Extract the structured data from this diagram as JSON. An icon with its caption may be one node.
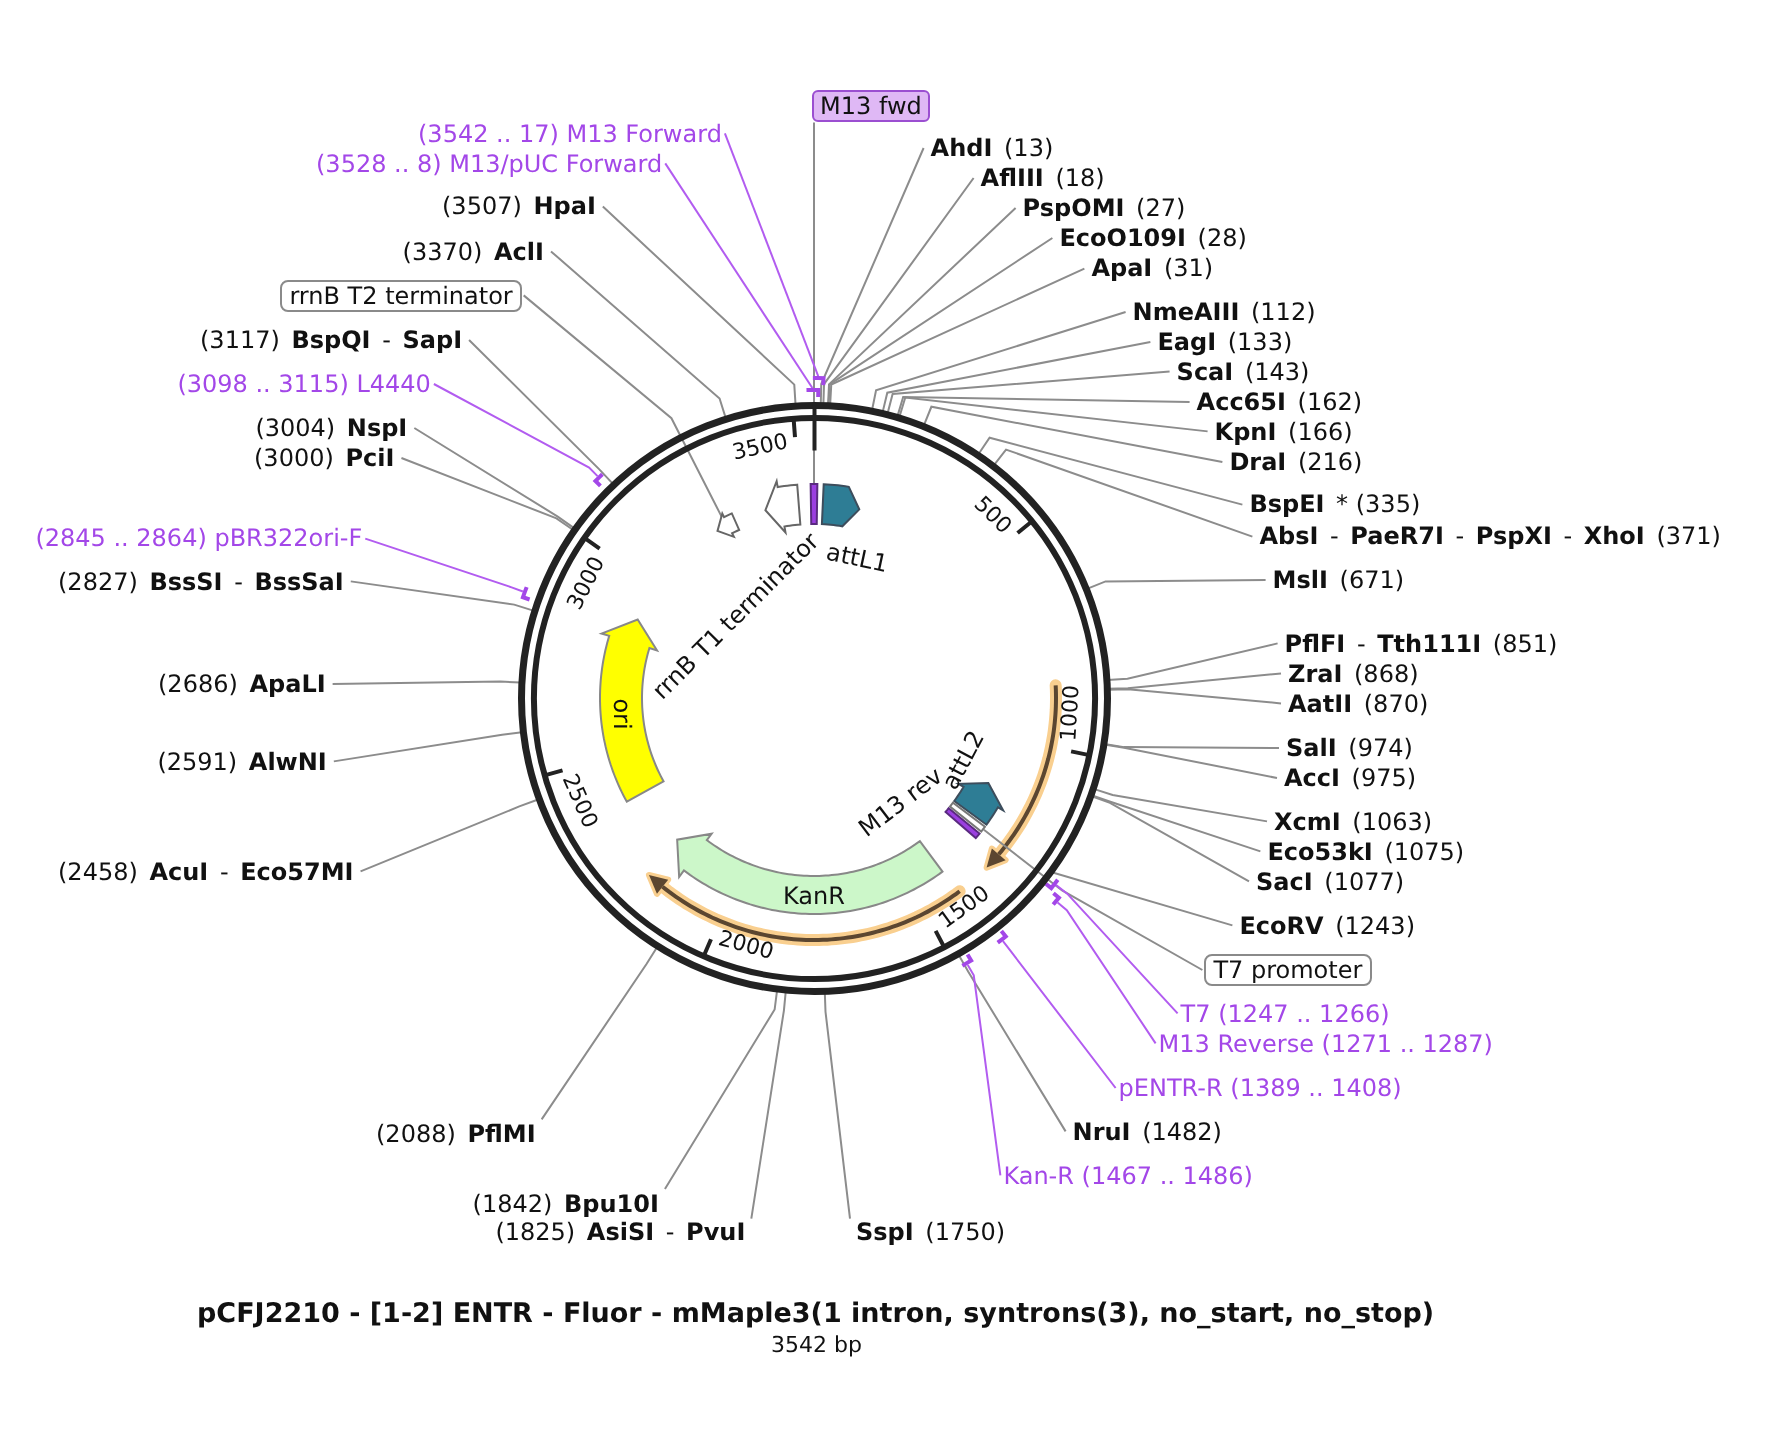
{
  "diagram": {
    "title": "pCFJ2210 - [1-2] ENTR - Fluor - mMaple3(1 intron, syntrons(3), no_start, no_stop)",
    "caption": "3542 bp",
    "nodes": [
      {
        "text": [
          "M13 fwd"
        ]
      },
      {
        "text": [
          "(3542 .. 17) M13 Forward"
        ]
      },
      {
        "text": [
          "(3528 .. 8) M13/pUC Forward"
        ]
      },
      {
        "text": [
          "(3507) **HpaI**"
        ]
      },
      {
        "text": [
          "(3370) **AclI**"
        ]
      },
      {
        "text": [
          "rrnB T2 terminator"
        ]
      },
      {
        "text": [
          "(3117) **BspQI** - **SapI**"
        ]
      },
      {
        "text": [
          "(3098 .. 3115) L4440"
        ]
      },
      {
        "text": [
          "(3004) **NspI**"
        ]
      },
      {
        "text": [
          "(3000) **PciI**"
        ]
      },
      {
        "text": [
          "(2845 .. 2864) pBR322ori-F"
        ]
      },
      {
        "text": [
          "(2827) **BssSI** - **BssSaI**"
        ]
      },
      {
        "text": [
          "(2686) **ApaLI**"
        ]
      },
      {
        "text": [
          "(2591) **AlwNI**"
        ]
      },
      {
        "text": [
          "(2458) **AcuI** - **Eco57MI**"
        ]
      },
      {
        "text": [
          "(2088) **PflMI**"
        ]
      },
      {
        "text": [
          "(1842) **Bpu10I**"
        ]
      },
      {
        "text": [
          "(1825) **AsiSI** - **PvuI**"
        ]
      },
      {
        "text": [
          "**SspI** (1750)"
        ]
      },
      {
        "text": [
          "**AhdI** (13)"
        ]
      },
      {
        "text": [
          "**AflIII** (18)"
        ]
      },
      {
        "text": [
          "**PspOMI** (27)"
        ]
      },
      {
        "text": [
          "**EcoO109I** (28)"
        ]
      },
      {
        "text": [
          "**ApaI** (31)"
        ]
      },
      {
        "text": [
          "**NmeAIII** (112)"
        ]
      },
      {
        "text": [
          "**EagI** (133)"
        ]
      },
      {
        "text": [
          "**ScaI** (143)"
        ]
      },
      {
        "text": [
          "**Acc65I** (162)"
        ]
      },
      {
        "text": [
          "**KpnI** (166)"
        ]
      },
      {
        "text": [
          "**DraI** (216)"
        ]
      },
      {
        "text": [
          "**BspEI** * (335)"
        ]
      },
      {
        "text": [
          "**AbsI** - **PaeR7I** - **PspXI** - **XhoI** (371)"
        ]
      },
      {
        "text": [
          "**MslI** (671)"
        ]
      },
      {
        "text": [
          "**PflFI** - **Tth111I** (851)"
        ]
      },
      {
        "text": [
          "**ZraI** (868)"
        ]
      },
      {
        "text": [
          "**AatII** (870)"
        ]
      },
      {
        "text": [
          "**SalI** (974)"
        ]
      },
      {
        "text": [
          "**AccI** (975)"
        ]
      },
      {
        "text": [
          "**XcmI** (1063)"
        ]
      },
      {
        "text": [
          "**Eco53kI** (1075)"
        ]
      },
      {
        "text": [
          "**SacI** (1077)"
        ]
      },
      {
        "text": [
          "**EcoRV** (1243)"
        ]
      },
      {
        "text": [
          "T7 promoter"
        ]
      },
      {
        "text": [
          "T7 (1247 .. 1266)"
        ]
      },
      {
        "text": [
          "M13 Reverse (1271 .. 1287)"
        ]
      },
      {
        "text": [
          "pENTR-R (1389 .. 1408)"
        ]
      },
      {
        "text": [
          "**NruI** (1482)"
        ]
      },
      {
        "text": [
          "Kan-R (1467 .. 1486)"
        ]
      },
      {
        "text": [],
        "shape": "circle"
      },
      {
        "text": [
          "attL1"
        ],
        "in": 48
      },
      {
        "text": [
          "attL2"
        ],
        "in": 48
      },
      {
        "text": [
          "M13 rev"
        ],
        "in": 48
      },
      {
        "text": [
          "rrnB T1 terminator"
        ],
        "in": 48
      },
      {
        "text": [
          "ori"
        ],
        "in": 48
      },
      {
        "text": [
          "KanR"
        ],
        "in": 48
      },
      {
        "text": [],
        "shape": "bar",
        "in": 48
      },
      {
        "text": [],
        "shape": "arrow",
        "in": 48
      },
      {
        "text": [],
        "shape": "bar",
        "in": 48
      },
      {
        "text": [],
        "shape": "bar"
      },
      {
        "text": [],
        "shape": "bar"
      },
      {
        "text": [],
        "shape": "bar"
      },
      {
        "text": [],
        "shape": "bar"
      },
      {
        "text": [],
        "shape": "bar"
      },
      {
        "text": [],
        "shape": "bar"
      },
      {
        "text": [],
        "shape": "bar"
      },
      {
        "text": [],
        "shape": "bar"
      }
    ],
    "edges": [
      {
        "from": 0,
        "to": 55,
        "arrow": "none"
      },
      {
        "from": 1,
        "to": 58,
        "arrow": "none",
        "color": "#b25cf0"
      },
      {
        "from": 2,
        "to": 59,
        "arrow": "none",
        "color": "#b25cf0"
      },
      {
        "from": 3,
        "to": 48,
        "arrow": "none"
      },
      {
        "from": 4,
        "to": 48,
        "arrow": "none"
      },
      {
        "from": 5,
        "to": 56,
        "arrow": "none"
      },
      {
        "from": 6,
        "to": 48,
        "arrow": "none"
      },
      {
        "from": 7,
        "to": 60,
        "arrow": "none",
        "color": "#b25cf0"
      },
      {
        "from": 8,
        "to": 48,
        "arrow": "none"
      },
      {
        "from": 9,
        "to": 48,
        "arrow": "none"
      },
      {
        "from": 10,
        "to": 61,
        "arrow": "none",
        "color": "#b25cf0"
      },
      {
        "from": 11,
        "to": 48,
        "arrow": "none"
      },
      {
        "from": 12,
        "to": 48,
        "arrow": "none"
      },
      {
        "from": 13,
        "to": 48,
        "arrow": "none"
      },
      {
        "from": 14,
        "to": 48,
        "arrow": "none"
      },
      {
        "from": 15,
        "to": 48,
        "arrow": "none"
      },
      {
        "from": 16,
        "to": 48,
        "arrow": "none"
      },
      {
        "from": 17,
        "to": 48,
        "arrow": "none"
      },
      {
        "from": 18,
        "to": 48,
        "arrow": "none"
      },
      {
        "from": 19,
        "to": 48,
        "arrow": "none"
      },
      {
        "from": 20,
        "to": 48,
        "arrow": "none"
      },
      {
        "from": 21,
        "to": 48,
        "arrow": "none"
      },
      {
        "from": 22,
        "to": 48,
        "arrow": "none"
      },
      {
        "from": 23,
        "to": 48,
        "arrow": "none"
      },
      {
        "from": 24,
        "to": 48,
        "arrow": "none"
      },
      {
        "from": 25,
        "to": 48,
        "arrow": "none"
      },
      {
        "from": 26,
        "to": 48,
        "arrow": "none"
      },
      {
        "from": 27,
        "to": 48,
        "arrow": "none"
      },
      {
        "from": 28,
        "to": 48,
        "arrow": "none"
      },
      {
        "from": 29,
        "to": 48,
        "arrow": "none"
      },
      {
        "from": 30,
        "to": 48,
        "arrow": "none"
      },
      {
        "from": 31,
        "to": 48,
        "arrow": "none"
      },
      {
        "from": 32,
        "to": 48,
        "arrow": "none"
      },
      {
        "from": 33,
        "to": 48,
        "arrow": "none"
      },
      {
        "from": 34,
        "to": 48,
        "arrow": "none"
      },
      {
        "from": 35,
        "to": 48,
        "arrow": "none"
      },
      {
        "from": 36,
        "to": 48,
        "arrow": "none"
      },
      {
        "from": 37,
        "to": 48,
        "arrow": "none"
      },
      {
        "from": 38,
        "to": 48,
        "arrow": "none"
      },
      {
        "from": 39,
        "to": 48,
        "arrow": "none"
      },
      {
        "from": 40,
        "to": 48,
        "arrow": "none"
      },
      {
        "from": 41,
        "to": 48,
        "arrow": "none"
      },
      {
        "from": 42,
        "to": 57,
        "arrow": "none"
      },
      {
        "from": 43,
        "to": 62,
        "arrow": "none",
        "color": "#b25cf0"
      },
      {
        "from": 44,
        "to": 63,
        "arrow": "none",
        "color": "#b25cf0"
      },
      {
        "from": 45,
        "to": 64,
        "arrow": "none",
        "color": "#b25cf0"
      },
      {
        "from": 46,
        "to": 48,
        "arrow": "none"
      },
      {
        "from": 47,
        "to": 65,
        "arrow": "none",
        "color": "#b25cf0"
      }
    ],
    "labels": [
      "3500",
      "500",
      "3000",
      "1000",
      "2500",
      "1500",
      "2000"
    ]
  }
}
